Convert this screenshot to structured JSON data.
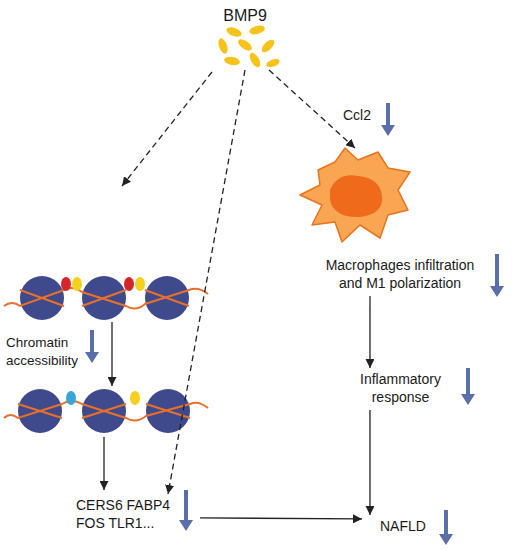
{
  "diagram": {
    "nodes": [
      {
        "text": [
          "BMP9"
        ]
      },
      {
        "text": [
          "Macrophages infiltration and M1 polarization"
        ]
      },
      {
        "text": [
          "Inflammatory response"
        ]
      },
      {
        "text": [
          "CERS6 FABP4 FOS TLR1..."
        ]
      },
      {
        "text": [
          "NAFLD"
        ]
      }
    ],
    "edges": [
      {
        "from": 0,
        "to": 3,
        "arrow": "to"
      },
      {
        "from": 0,
        "to": 1,
        "label": "Ccl2",
        "arrow": "to"
      },
      {
        "from": 1,
        "to": 2,
        "arrow": "to"
      },
      {
        "from": 2,
        "to": 4,
        "arrow": "to"
      },
      {
        "from": 3,
        "to": 4,
        "arrow": "to"
      }
    ],
    "labels": [
      "Chromatin accessibility"
    ]
  }
}
